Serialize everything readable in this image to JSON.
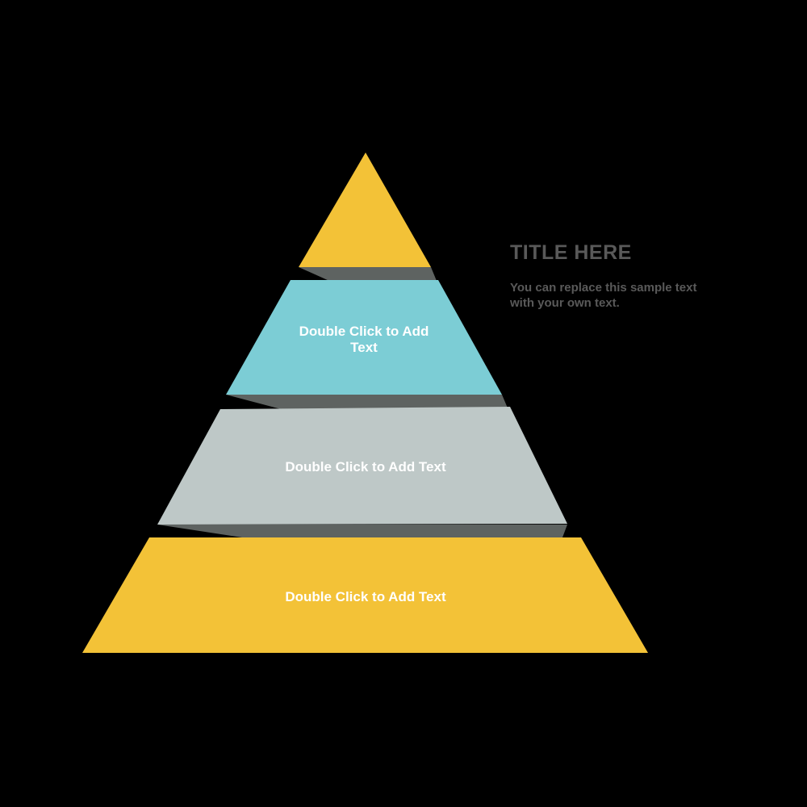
{
  "canvas": {
    "background_color": "#000000"
  },
  "pyramid": {
    "shadow_color": "#5E6361",
    "label_color": "#FFFFFF",
    "levels": [
      {
        "name": "level-1-top",
        "color": "#F3C237",
        "label": ""
      },
      {
        "name": "level-2",
        "color": "#7CCDD5",
        "label": "Double Click to Add Text",
        "label_line1": "Double Click to Add",
        "label_line2": "Text"
      },
      {
        "name": "level-3",
        "color": "#BEC8C7",
        "label": "Double Click to Add Text"
      },
      {
        "name": "level-4-base",
        "color": "#F3C237",
        "label": "Double Click to Add Text"
      }
    ]
  },
  "annotation": {
    "title": "TITLE HERE",
    "title_color": "#595959",
    "body_color": "#595959",
    "body_line1": "You can replace this sample text",
    "body_line2": "with your own text."
  }
}
